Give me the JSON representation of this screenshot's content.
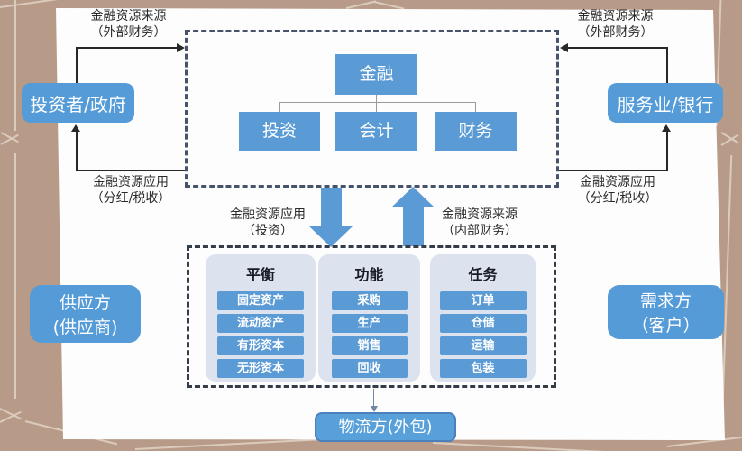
{
  "diagram": {
    "finance_unit": {
      "root": "金融",
      "children": [
        "投资",
        "会计",
        "财务"
      ]
    },
    "flow_labels": {
      "top_left": [
        "金融资源来源",
        "（外部财务）"
      ],
      "top_right": [
        "金融资源来源",
        "（外部财务）"
      ],
      "left_return": [
        "金融资源应用",
        "（分红/税收）"
      ],
      "right_return": [
        "金融资源应用",
        "（分红/税收）"
      ],
      "mid_down": [
        "金融资源应用",
        "（投资）"
      ],
      "mid_up": [
        "金融资源来源",
        "（内部财务）"
      ]
    },
    "entities": {
      "investor": "投资者/政府",
      "bank": "服务业/银行",
      "supplier": [
        "供应方",
        "(供应商)"
      ],
      "customer": [
        "需求方",
        "（客户）"
      ],
      "logistics": "物流方(外包)"
    },
    "operations_panels": [
      {
        "title": "平衡",
        "items": [
          "固定资产",
          "流动资产",
          "有形资本",
          "无形资本"
        ]
      },
      {
        "title": "功能",
        "items": [
          "采购",
          "生产",
          "销售",
          "回收"
        ]
      },
      {
        "title": "任务",
        "items": [
          "订单",
          "仓储",
          "运输",
          "包装"
        ]
      }
    ],
    "colors": {
      "accent_blue": "#5b9bd5",
      "entity_blue": "#549bd7",
      "panel_fill": "#dce3ee",
      "background_tan": "#b79b88",
      "dash_border": "#3a4450"
    }
  }
}
